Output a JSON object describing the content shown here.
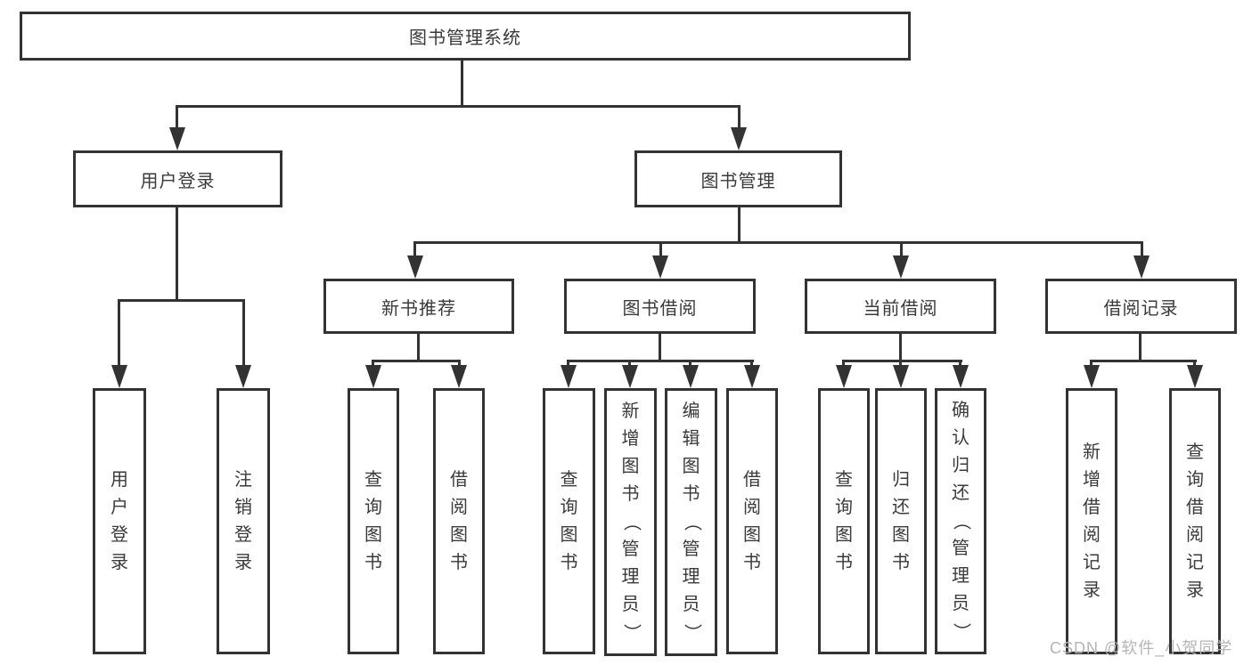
{
  "diagram": {
    "root": {
      "label": "图书管理系统"
    },
    "level2": [
      {
        "label": "用户登录"
      },
      {
        "label": "图书管理"
      }
    ],
    "user_login_children": [
      {
        "label": "用户登录"
      },
      {
        "label": "注销登录"
      }
    ],
    "book_mgmt_sections": [
      {
        "label": "新书推荐",
        "children": [
          {
            "label": "查询图书"
          },
          {
            "label": "借阅图书"
          }
        ]
      },
      {
        "label": "图书借阅",
        "children": [
          {
            "label": "查询图书"
          },
          {
            "label": "新增图书（管理员）"
          },
          {
            "label": "编辑图书（管理员）"
          },
          {
            "label": "借阅图书"
          }
        ]
      },
      {
        "label": "当前借阅",
        "children": [
          {
            "label": "查询图书"
          },
          {
            "label": "归还图书"
          },
          {
            "label": "确认归还（管理员）"
          }
        ]
      },
      {
        "label": "借阅记录",
        "children": [
          {
            "label": "新增借阅记录"
          },
          {
            "label": "查询借阅记录"
          }
        ]
      }
    ],
    "colors": {
      "line": "#333333",
      "text": "#3a3a3a",
      "background": "#ffffff",
      "watermark": "#b5b5b5"
    }
  },
  "watermark": {
    "text": "CSDN @软件_小贺同学"
  }
}
